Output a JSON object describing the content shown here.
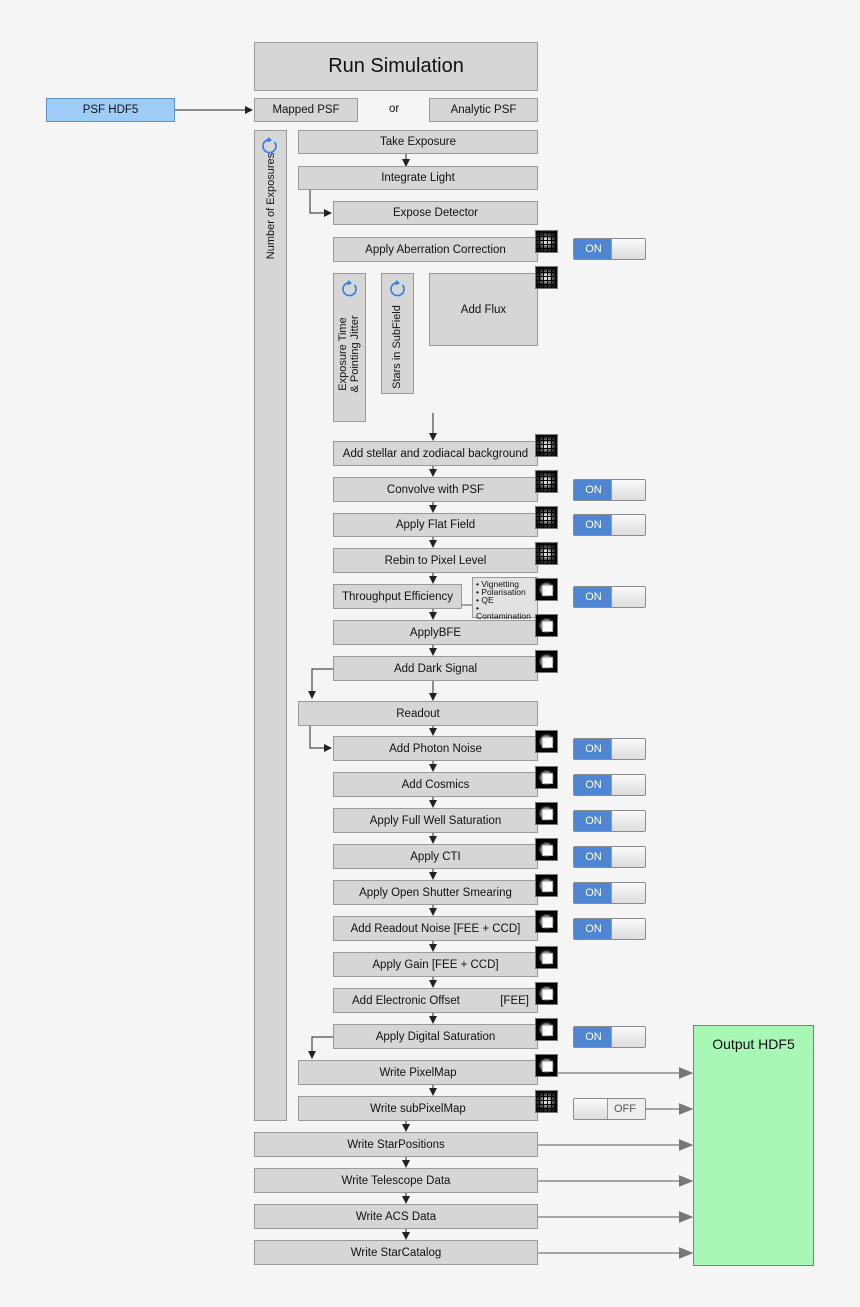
{
  "title": "Run Simulation",
  "psf_hdf5": "PSF HDF5",
  "mapped_psf": "Mapped PSF",
  "or": "or",
  "analytic_psf": "Analytic PSF",
  "loop_exposures": "Number of Exposures",
  "loop_jitter_line1": "Exposure Time",
  "loop_jitter_line2": "& Pointing Jitter",
  "loop_stars": "Stars in SubField",
  "take_exposure": "Take Exposure",
  "integrate_light": "Integrate Light",
  "expose_detector": "Expose Detector",
  "apply_aberration": "Apply Aberration Correction",
  "add_flux": "Add Flux",
  "add_background": "Add stellar and zodiacal background",
  "convolve_psf": "Convolve with PSF",
  "apply_flat_field": "Apply Flat Field",
  "rebin_pixel": "Rebin to Pixel Level",
  "throughput": "Throughput Efficiency",
  "throughput_notes": [
    "• Vignetting",
    "• Polarisation",
    "• QE",
    "• Contamination"
  ],
  "apply_bfe": "ApplyBFE",
  "add_dark": "Add Dark Signal",
  "readout": "Readout",
  "add_photon_noise": "Add Photon Noise",
  "add_cosmics": "Add Cosmics",
  "full_well": "Apply Full Well Saturation",
  "apply_cti": "Apply CTI",
  "open_shutter": "Apply Open Shutter Smearing",
  "readout_noise": "Add Readout Noise  [FEE + CCD]",
  "apply_gain": "Apply Gain  [FEE + CCD]",
  "electronic_offset": "Add Electronic Offset",
  "electronic_offset_tag": "[FEE]",
  "digital_saturation": "Apply Digital Saturation",
  "write_pixelmap": "Write PixelMap",
  "write_subpixelmap": "Write subPixelMap",
  "write_starpositions": "Write StarPositions",
  "write_telescope": "Write Telescope Data",
  "write_acs": "Write ACS Data",
  "write_starcatalog": "Write StarCatalog",
  "output_hdf5": "Output HDF5",
  "toggle_on": "ON",
  "toggle_off": "OFF"
}
